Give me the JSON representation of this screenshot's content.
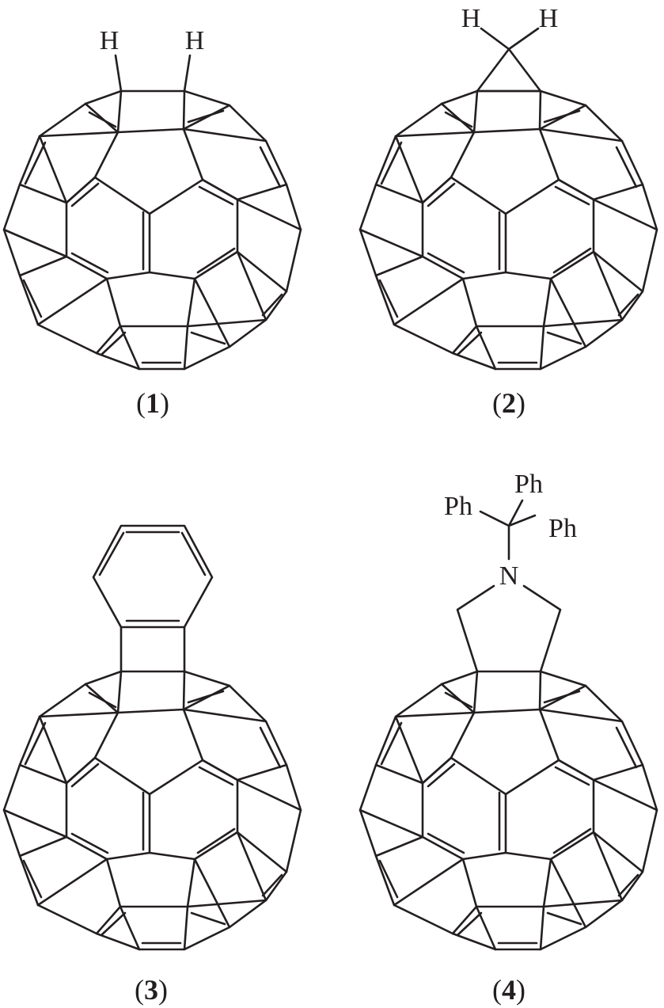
{
  "compounds": [
    {
      "label_open": "(",
      "label_number": "1",
      "label_close": ")",
      "substituent": "dihydro",
      "atoms": [
        "H",
        "H"
      ]
    },
    {
      "label_open": "(",
      "label_number": "2",
      "label_close": ")",
      "substituent": "methano",
      "atoms": [
        "H",
        "H"
      ]
    },
    {
      "label_open": "(",
      "label_number": "3",
      "label_close": ")",
      "substituent": "benzocyclobutene",
      "atoms": []
    },
    {
      "label_open": "(",
      "label_number": "4",
      "label_close": ")",
      "substituent": "N-trityl-pyrrolidine",
      "atoms": [
        "Ph",
        "Ph",
        "Ph",
        "N"
      ]
    }
  ],
  "colors": {
    "line": "#231f20",
    "background": "#ffffff"
  }
}
